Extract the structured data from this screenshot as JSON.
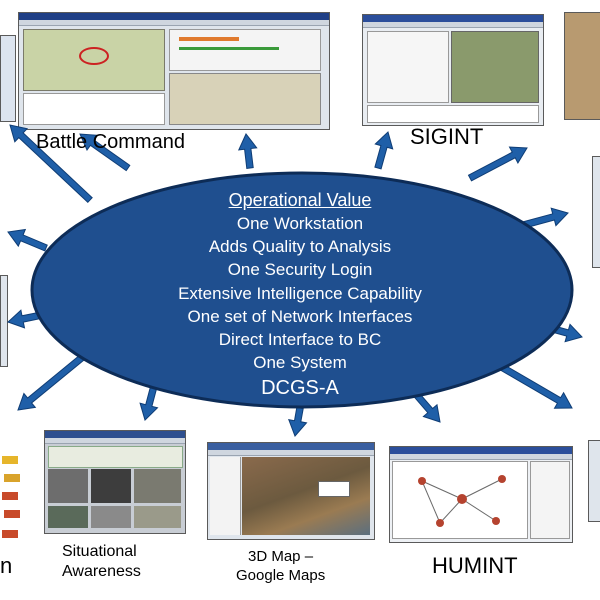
{
  "center": {
    "heading": "Operational Value",
    "items": [
      "One Workstation",
      "Adds Quality to Analysis",
      "One Security Login",
      "Extensive Intelligence Capability",
      "One set of Network Interfaces",
      "Direct Interface to BC",
      "One System"
    ],
    "system_name": "DCGS-A"
  },
  "labels": {
    "battle_command": "Battle Command",
    "sigint": "SIGINT",
    "geoint_partial": "n",
    "situational_awareness_line1": "Situational",
    "situational_awareness_line2": "Awareness",
    "map_line1": "3D Map –",
    "map_line2": "Google Maps",
    "humint": "HUMINT"
  },
  "colors": {
    "ellipse_fill": "#1f4f8f",
    "ellipse_stroke": "#0d2c57",
    "arrow_fill": "#1f5fa8"
  }
}
